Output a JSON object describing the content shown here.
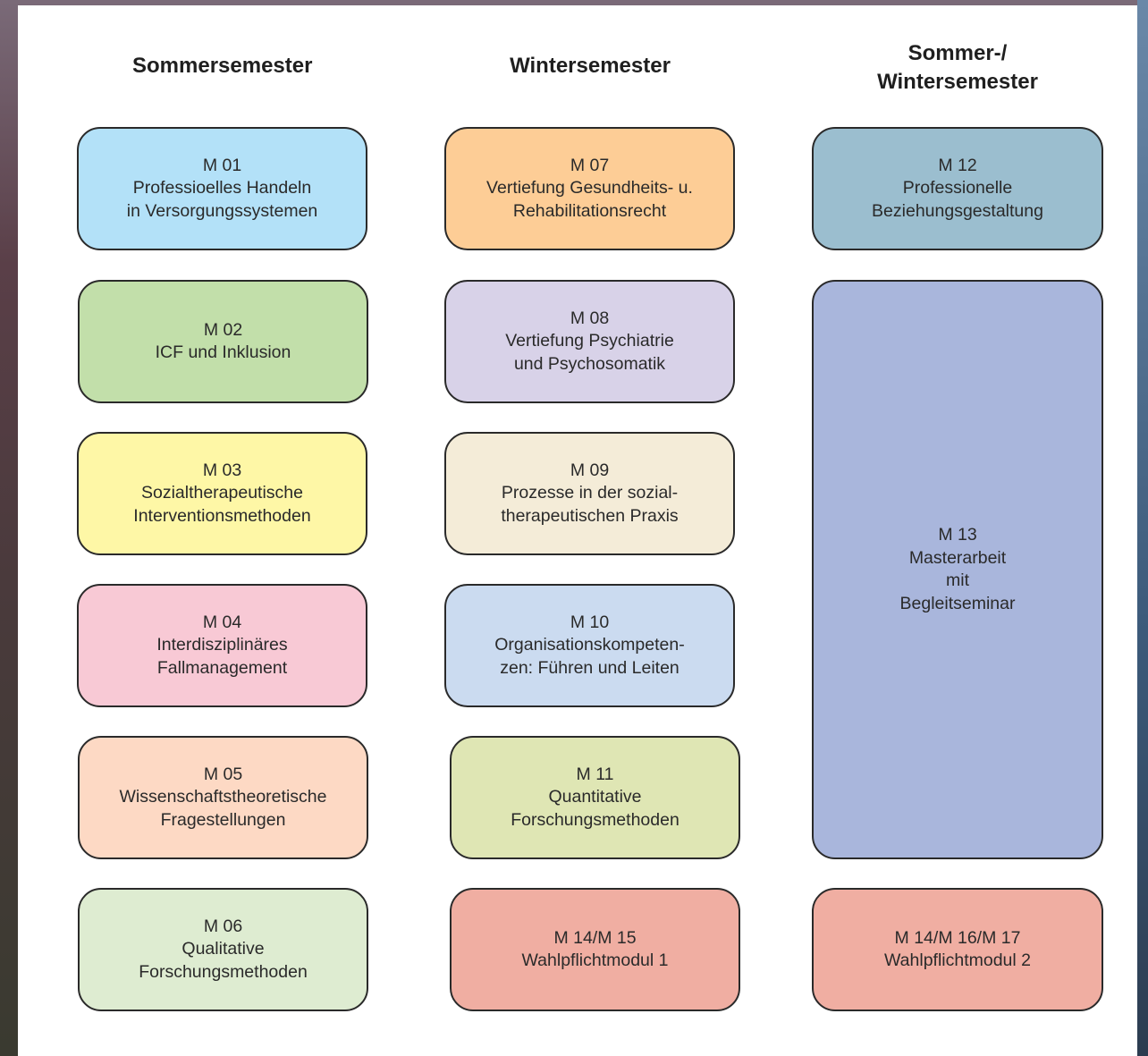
{
  "columns": [
    {
      "header": [
        "Sommersemester"
      ]
    },
    {
      "header": [
        "Wintersemester"
      ]
    },
    {
      "header": [
        "Sommer-/",
        "Wintersemester"
      ]
    }
  ],
  "modules": [
    {
      "code": "M 01",
      "title": [
        "Professioelles Handeln",
        "in Versorgungssystemen"
      ],
      "color": "#b3e1f8"
    },
    {
      "code": "M 02",
      "title": [
        "ICF und Inklusion"
      ],
      "color": "#c2dfaa"
    },
    {
      "code": "M 03",
      "title": [
        "Sozialtherapeutische",
        "Interventionsmethoden"
      ],
      "color": "#fef7a6"
    },
    {
      "code": "M 04",
      "title": [
        "Interdisziplinäres",
        "Fallmanagement"
      ],
      "color": "#f8c9d5"
    },
    {
      "code": "M 05",
      "title": [
        "Wissenschaftstheoretische",
        "Fragestellungen"
      ],
      "color": "#fdd9c4"
    },
    {
      "code": "M 06",
      "title": [
        "Qualitative",
        "Forschungsmethoden"
      ],
      "color": "#deecd1"
    },
    {
      "code": "M 07",
      "title": [
        "Vertiefung Gesundheits- u.",
        "Rehabilitationsrecht"
      ],
      "color": "#fdcd96"
    },
    {
      "code": "M 08",
      "title": [
        "Vertiefung Psychiatrie",
        "und Psychosomatik"
      ],
      "color": "#d8d2e8"
    },
    {
      "code": "M 09",
      "title": [
        "Prozesse in der sozial-",
        "therapeutischen Praxis"
      ],
      "color": "#f4ecd8"
    },
    {
      "code": "M 10",
      "title": [
        "Organisationskompeten-",
        "zen: Führen und Leiten"
      ],
      "color": "#cbdbf0"
    },
    {
      "code": "M 11",
      "title": [
        "Quantitative",
        "Forschungsmethoden"
      ],
      "color": "#dfe6b4"
    },
    {
      "code": "M 14/M 15",
      "title": [
        "Wahlpflichtmodul 1"
      ],
      "color": "#f0aea2"
    },
    {
      "code": "M 12",
      "title": [
        "Professionelle",
        "Beziehungsgestaltung"
      ],
      "color": "#9bbecf"
    },
    {
      "code": "M 13",
      "title": [
        "Masterarbeit",
        "mit",
        "Begleitseminar"
      ],
      "color": "#a9b6dc"
    },
    {
      "code": "M 14/M 16/M 17",
      "title": [
        "Wahlpflichtmodul 2"
      ],
      "color": "#f0aea2"
    }
  ]
}
